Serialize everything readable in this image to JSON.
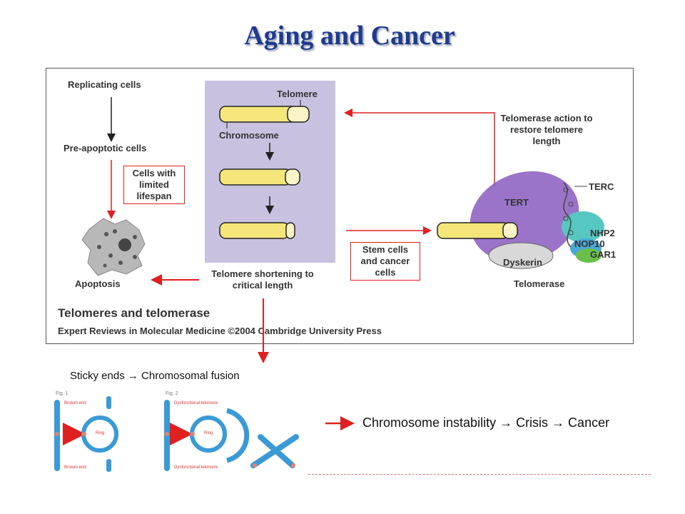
{
  "title": "Aging and Cancer",
  "figure": {
    "replicating_cells": "Replicating cells",
    "pre_apoptotic_cells": "Pre-apoptotic cells",
    "limited_lifespan": "Cells with limited lifespan",
    "apoptosis": "Apoptosis",
    "telomere": "Telomere",
    "chromosome": "Chromosome",
    "telomere_shortening": "Telomere shortening to critical length",
    "telomerase_action": "Telomerase action to restore telomere length",
    "stem_cells": "Stem cells and cancer cells",
    "tert": "TERT",
    "terc": "TERC",
    "nhp2": "NHP2",
    "nop10": "NOP10",
    "gar1": "GAR1",
    "dyskerin": "Dyskerin",
    "telomerase": "Telomerase",
    "heading": "Telomeres and telomerase",
    "credit": "Expert Reviews in Molecular Medicine ©2004 Cambridge University Press"
  },
  "sticky_ends": "Sticky ends → Chromosomal fusion",
  "instability": "Chromosome instability → Crisis → Cancer",
  "small_figures": {
    "fig1": "Fig. 1",
    "fig2": "Fig. 2",
    "broken_end": "Broken end",
    "ring": "Ring",
    "dysfunctional_telomere": "Dysfunctional telomere"
  }
}
